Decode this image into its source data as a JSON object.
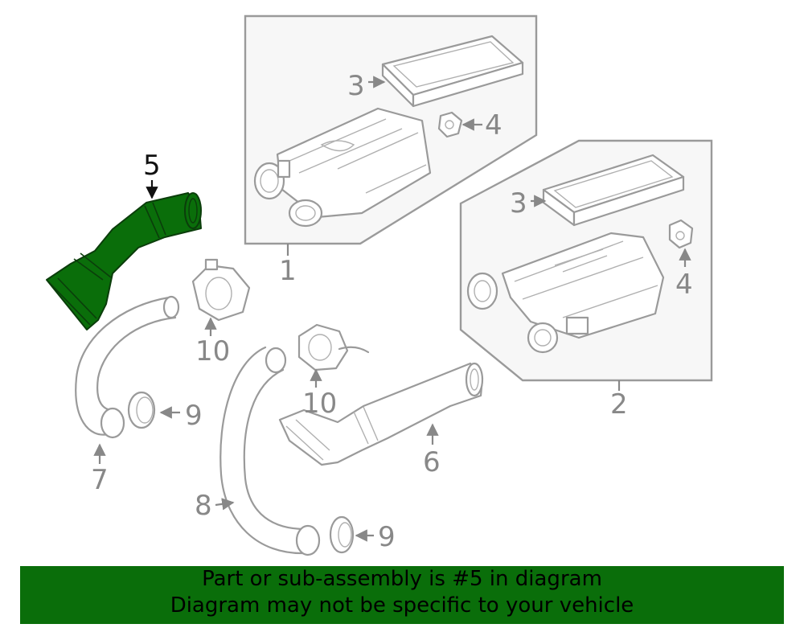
{
  "callouts": {
    "c1": "1",
    "c2": "2",
    "c3a": "3",
    "c3b": "3",
    "c4a": "4",
    "c4b": "4",
    "c5": "5",
    "c6": "6",
    "c7": "7",
    "c8": "8",
    "c9a": "9",
    "c9b": "9",
    "c10a": "10",
    "c10b": "10"
  },
  "banner": {
    "line1": "Part or sub-assembly is #5 in diagram",
    "line2": "Diagram may not be specific to your vehicle"
  },
  "colors": {
    "highlight": "#0a6e0a",
    "banner_bg": "#0a6e0a",
    "line_art": "#9a9a9a"
  },
  "highlighted_part": "5"
}
